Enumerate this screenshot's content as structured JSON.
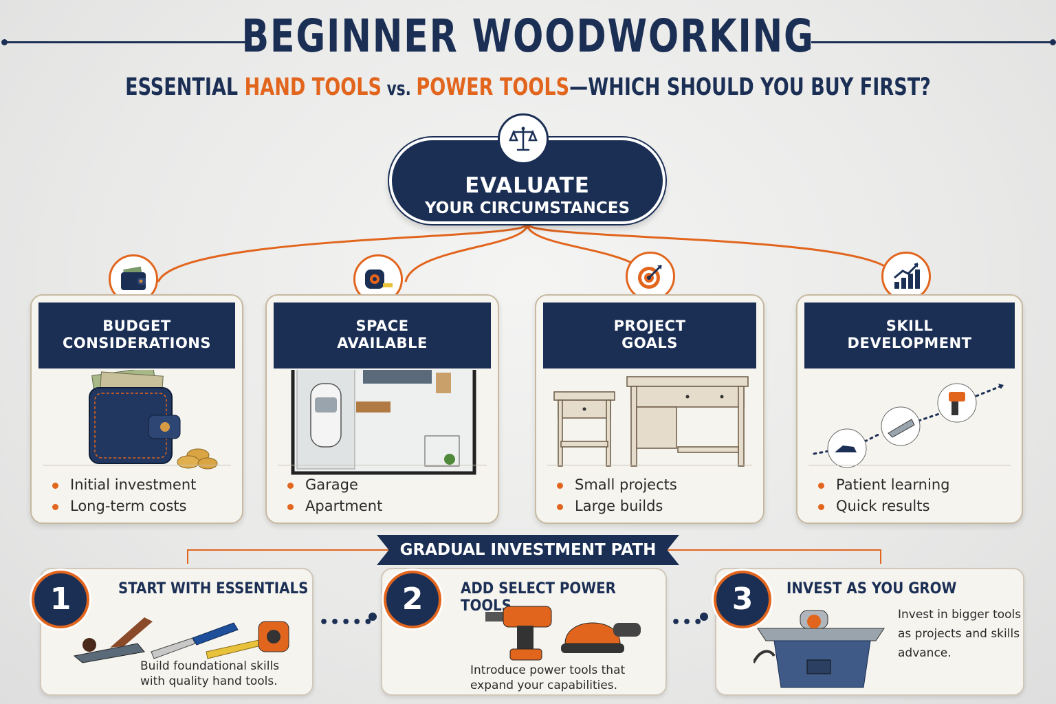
{
  "header": {
    "title": "BEGINNER WOODWORKING",
    "subtitle_part1": "ESSENTIAL ",
    "subtitle_hand": "HAND TOOLS",
    "subtitle_vs": " vs. ",
    "subtitle_power": "POWER TOOLS",
    "subtitle_part2": "—WHICH SHOULD YOU BUY FIRST?"
  },
  "evaluate": {
    "line1": "EVALUATE",
    "line2": "YOUR CIRCUMSTANCES",
    "icon": "scales-icon"
  },
  "cards": [
    {
      "title1": "BUDGET",
      "title2": "CONSIDERATIONS",
      "icon": "wallet-icon",
      "bullets": [
        "Initial investment",
        "Long-term costs"
      ]
    },
    {
      "title1": "SPACE",
      "title2": "AVAILABLE",
      "icon": "tape-measure-icon",
      "bullets": [
        "Garage",
        "Apartment"
      ]
    },
    {
      "title1": "PROJECT",
      "title2": "GOALS",
      "icon": "target-icon",
      "bullets": [
        "Small projects",
        "Large builds"
      ]
    },
    {
      "title1": "SKILL",
      "title2": "DEVELOPMENT",
      "icon": "growth-chart-icon",
      "bullets": [
        "Patient learning",
        "Quick results"
      ]
    }
  ],
  "path": {
    "banner": "GRADUAL INVESTMENT PATH",
    "steps": [
      {
        "num": "1",
        "title": "START WITH ESSENTIALS",
        "desc1": "Build foundational skills",
        "desc2": "with quality hand tools."
      },
      {
        "num": "2",
        "title": "ADD SELECT POWER TOOLS",
        "desc1": "Introduce power tools that",
        "desc2": "expand your capabilities."
      },
      {
        "num": "3",
        "title": "INVEST AS YOU GROW",
        "desc1": "Invest in bigger tools",
        "desc2": "as projects and skills",
        "desc3": "advance."
      }
    ]
  },
  "colors": {
    "navy": "#1b2f55",
    "orange": "#e2651d",
    "card": "#f6f4ef"
  }
}
